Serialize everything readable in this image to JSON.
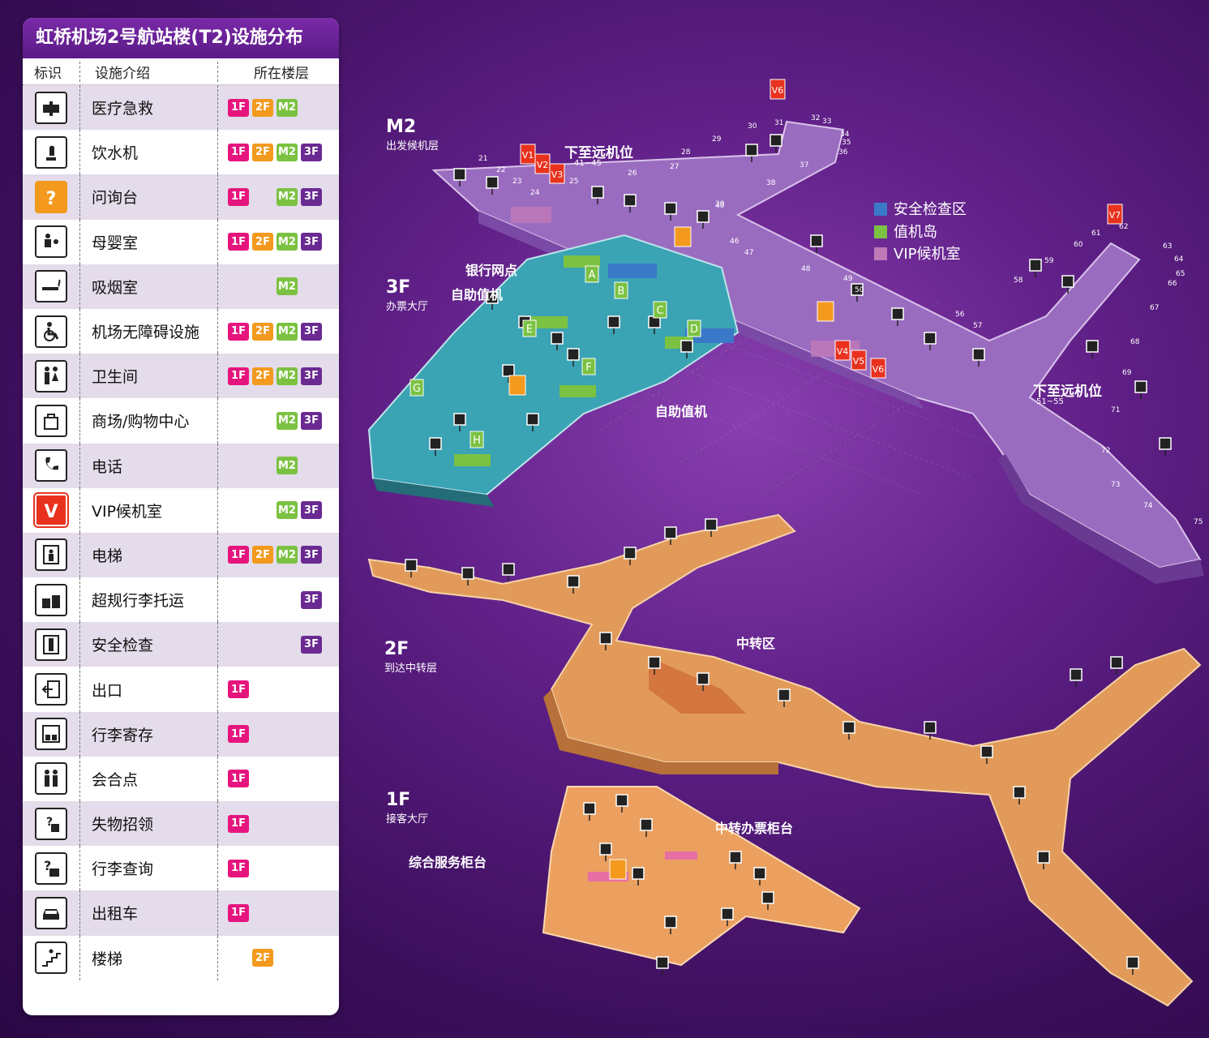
{
  "legend": {
    "title": "虹桥机场2号航站楼(T2)设施分布",
    "headers": {
      "icon": "标识",
      "name": "设施介绍",
      "floor": "所在楼层"
    },
    "rows": [
      {
        "name": "医疗急救",
        "icon": "first-aid-icon",
        "floors": [
          "1F",
          "2F",
          "M2",
          ""
        ]
      },
      {
        "name": "饮水机",
        "icon": "drinking-water-icon",
        "floors": [
          "1F",
          "2F",
          "M2",
          "3F"
        ]
      },
      {
        "name": "问询台",
        "icon": "information-desk-icon",
        "floors": [
          "1F",
          "",
          "M2",
          "3F"
        ]
      },
      {
        "name": "母婴室",
        "icon": "nursery-room-icon",
        "floors": [
          "1F",
          "2F",
          "M2",
          "3F"
        ]
      },
      {
        "name": "吸烟室",
        "icon": "smoking-room-icon",
        "floors": [
          "",
          "",
          "M2",
          ""
        ]
      },
      {
        "name": "机场无障碍设施",
        "icon": "wheelchair-icon",
        "floors": [
          "1F",
          "2F",
          "M2",
          "3F"
        ]
      },
      {
        "name": "卫生间",
        "icon": "restroom-icon",
        "floors": [
          "1F",
          "2F",
          "M2",
          "3F"
        ]
      },
      {
        "name": "商场/购物中心",
        "icon": "shopping-icon",
        "floors": [
          "",
          "",
          "M2",
          "3F"
        ]
      },
      {
        "name": "电话",
        "icon": "telephone-icon",
        "floors": [
          "",
          "",
          "M2",
          ""
        ]
      },
      {
        "name": "VIP候机室",
        "icon": "vip-lounge-icon",
        "floors": [
          "",
          "",
          "M2",
          "3F"
        ]
      },
      {
        "name": "电梯",
        "icon": "elevator-icon",
        "floors": [
          "1F",
          "2F",
          "M2",
          "3F"
        ]
      },
      {
        "name": "超规行李托运",
        "icon": "oversize-baggage-icon",
        "floors": [
          "",
          "",
          "",
          "3F"
        ]
      },
      {
        "name": "安全检查",
        "icon": "security-check-icon",
        "floors": [
          "",
          "",
          "",
          "3F"
        ]
      },
      {
        "name": "出口",
        "icon": "exit-icon",
        "floors": [
          "1F",
          "",
          "",
          ""
        ]
      },
      {
        "name": "行李寄存",
        "icon": "baggage-storage-icon",
        "floors": [
          "1F",
          "",
          "",
          ""
        ]
      },
      {
        "name": "会合点",
        "icon": "meeting-point-icon",
        "floors": [
          "1F",
          "",
          "",
          ""
        ]
      },
      {
        "name": "失物招领",
        "icon": "lost-found-icon",
        "floors": [
          "1F",
          "",
          "",
          ""
        ]
      },
      {
        "name": "行李查询",
        "icon": "baggage-inquiry-icon",
        "floors": [
          "1F",
          "",
          "",
          ""
        ]
      },
      {
        "name": "出租车",
        "icon": "taxi-icon",
        "floors": [
          "1F",
          "",
          "",
          ""
        ]
      },
      {
        "name": "楼梯",
        "icon": "stairs-icon",
        "floors": [
          "",
          "2F",
          "",
          ""
        ]
      }
    ]
  },
  "colors": {
    "f1": "#e6157e",
    "f2": "#f39a1e",
    "fm": "#7cc242",
    "f3": "#6a2a92",
    "security": "#3a78c8",
    "checkin": "#7cc242",
    "vip": "#c07ab8"
  },
  "map": {
    "levels": [
      {
        "code": "M2",
        "name": "出发候机层"
      },
      {
        "code": "3F",
        "name": "办票大厅"
      },
      {
        "code": "2F",
        "name": "到达中转层"
      },
      {
        "code": "1F",
        "name": "接客大厅"
      }
    ],
    "key": [
      {
        "label": "安全检查区",
        "color": "#3a78c8"
      },
      {
        "label": "值机岛",
        "color": "#7cc242"
      },
      {
        "label": "VIP候机室",
        "color": "#c07ab8"
      }
    ],
    "labels": {
      "remote_gates_1": "下至远机位",
      "remote_gates_1_range": "41~45",
      "remote_gates_2": "下至远机位",
      "remote_gates_2_range": "51~55",
      "bank": "银行网点",
      "self_checkin_1": "自助值机",
      "self_checkin_2": "自助值机",
      "transfer_zone": "中转区",
      "transfer_counter": "中转办票柜台",
      "service_counter": "综合服务柜台"
    },
    "checkin_islands": [
      "A",
      "B",
      "C",
      "D",
      "E",
      "F",
      "G",
      "H"
    ],
    "vip_markers": [
      "V6",
      "V1",
      "V2",
      "V3",
      "V4",
      "V5",
      "V6",
      "V7"
    ],
    "gates": [
      "21",
      "22",
      "23",
      "24",
      "25",
      "26",
      "27",
      "28",
      "29",
      "30",
      "31",
      "32",
      "33",
      "34",
      "35",
      "36",
      "37",
      "38",
      "39",
      "40",
      "46",
      "47",
      "48",
      "49",
      "50",
      "56",
      "57",
      "58",
      "59",
      "60",
      "61",
      "62",
      "63",
      "64",
      "65",
      "66",
      "67",
      "68",
      "69",
      "71",
      "72",
      "73",
      "74",
      "75"
    ]
  }
}
